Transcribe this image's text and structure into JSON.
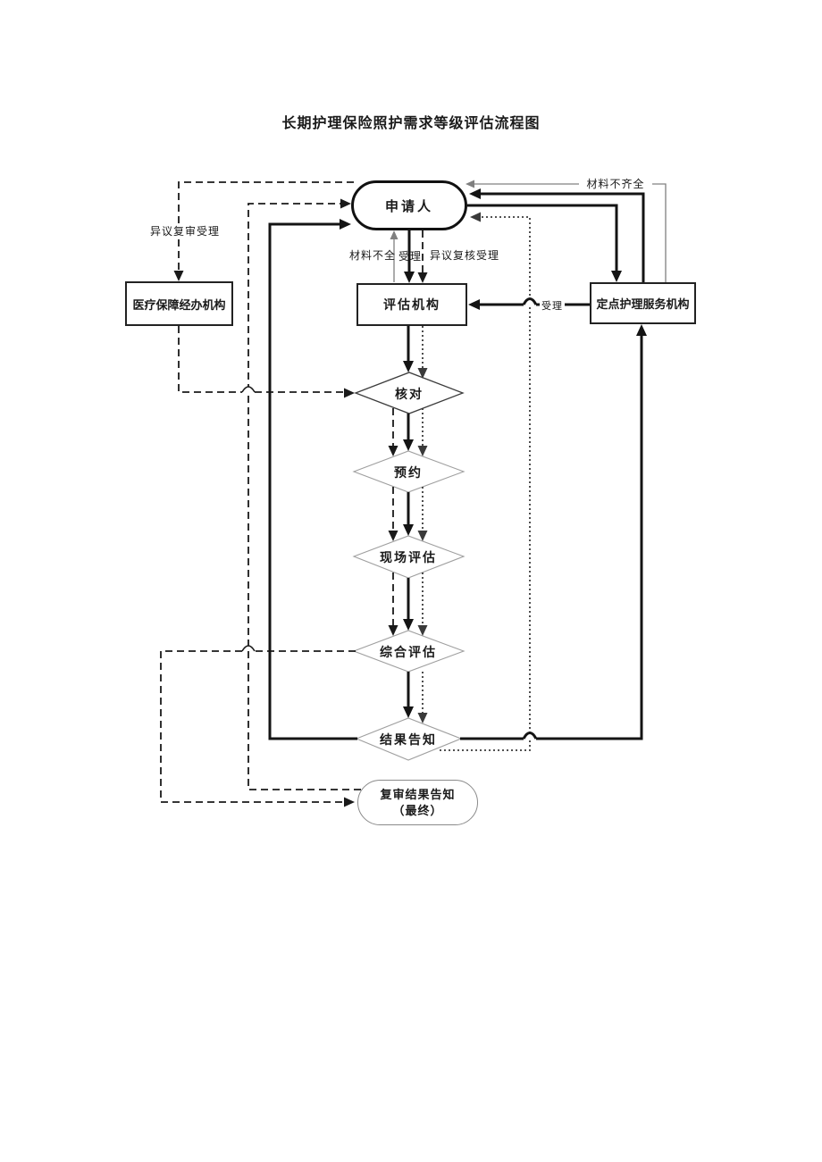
{
  "title": "长期护理保险照护需求等级评估流程图",
  "nodes": {
    "applicant": {
      "label": "申请人"
    },
    "medical_agency": {
      "label": "医疗保障经办机构"
    },
    "assessment_agency": {
      "label": "评估机构"
    },
    "nursing_agency": {
      "label": "定点护理服务机构"
    },
    "check": {
      "label": "核对"
    },
    "appointment": {
      "label": "预约"
    },
    "onsite_assessment": {
      "label": "现场评估"
    },
    "comprehensive_assessment": {
      "label": "综合评估"
    },
    "result_notice": {
      "label": "结果告知"
    },
    "final_review_notice": {
      "line1": "复审结果告知",
      "line2": "（最终）"
    }
  },
  "edge_labels": {
    "materials_incomplete_top": "材料不齐全",
    "materials_incomplete": "材料不全",
    "accept": "受理",
    "objection_recheck_accept": "异议复核受理",
    "objection_review_accept": "异议复审受理",
    "accept_right": "受理"
  },
  "colors": {
    "ink": "#1a1a1a",
    "thin_line": "#808080",
    "dotted_line": "#3a3a3a",
    "diamond_border": "#9f9f9f"
  }
}
